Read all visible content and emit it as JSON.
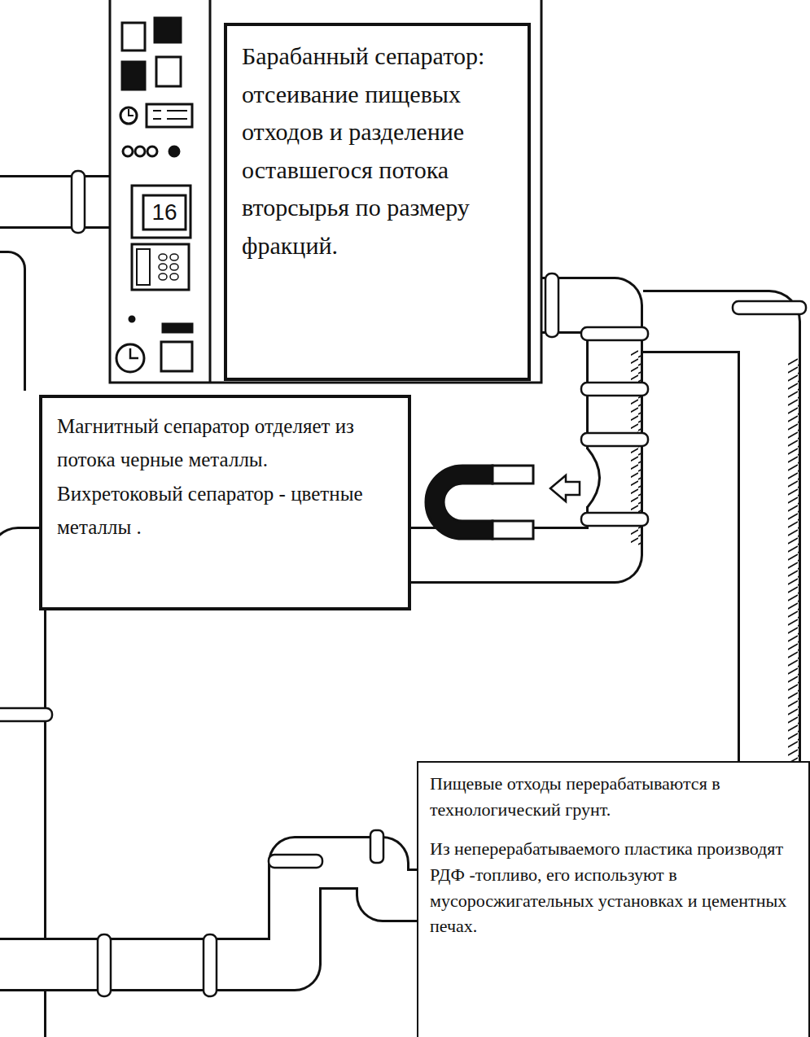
{
  "diagram": {
    "nodes": [
      {
        "text": [
          "Барабанный сепаратор: отсеивание пищевых отходов и разделение оставшегося потока вторсырья по размеру фракций."
        ]
      },
      {
        "text": [
          "Магнитный сепаратор отделяет из потока черные металлы. Вихретоковый сепаратор - цветные металлы ."
        ]
      },
      {
        "text": [
          "Пищевые отходы перерабатываются в технологический грунт.",
          "Из неперерабатываемого пластика производят РДФ -топливо, его используют в мусоросжигательных установках и цементных печах."
        ]
      }
    ],
    "labels": [
      "16"
    ]
  }
}
